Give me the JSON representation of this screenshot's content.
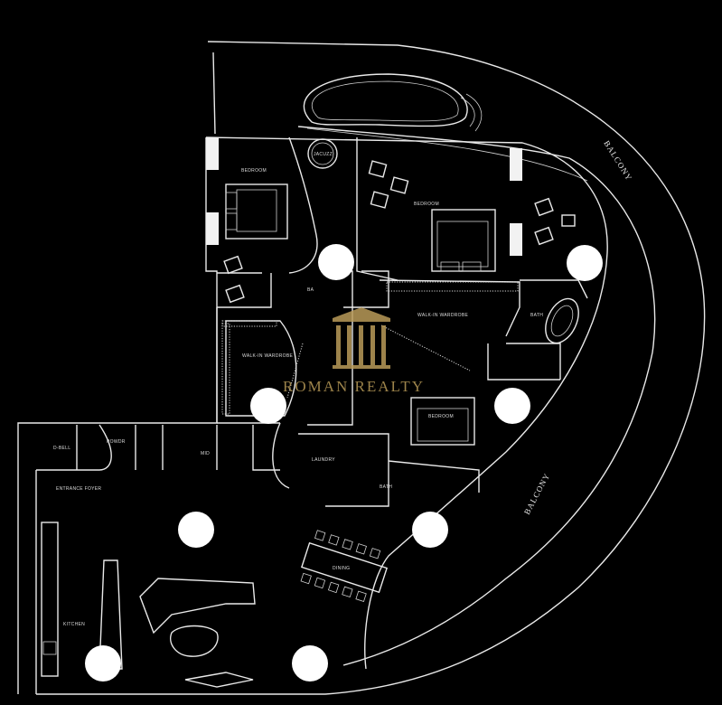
{
  "rooms": {
    "bedroom_1": "BEDROOM",
    "bedroom_2": "BEDROOM",
    "bedroom_3": "BEDROOM",
    "jacuzzi": "JACUZZI",
    "walkin_1": "WALK-IN WARDROBE",
    "walkin_2": "WALK-IN WARDROBE",
    "bath_1": "BA",
    "bath_2": "BATH",
    "bath_3": "BATH",
    "laundry": "LAUNDRY",
    "powder": "POWDR",
    "maid": "MID",
    "entrance": "ENTRANCE FOYER",
    "kitchen": "KITCHEN",
    "dining": "DINING",
    "dbell": "D-BELL"
  },
  "labels": {
    "balcony_top": "BALCONY",
    "balcony_right": "BALCONY"
  },
  "watermark": {
    "text": "ROMAN REALTY"
  },
  "colors": {
    "background": "#000000",
    "lines": "#e9e9e9",
    "watermark": "#b89a58",
    "markers": "#ffffff"
  }
}
